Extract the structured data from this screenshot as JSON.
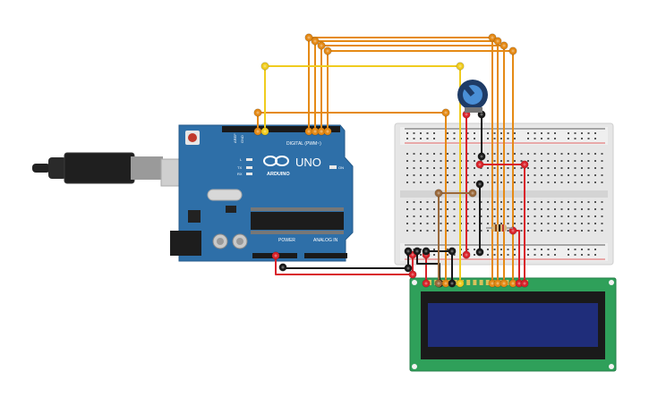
{
  "board": {
    "name_label": "UNO",
    "brand_label": "ARDUINO",
    "digital_label": "DIGITAL (PWM~)",
    "power_label": "POWER",
    "analog_label": "ANALOG IN",
    "on_label": "ON",
    "tx_label": "TX",
    "rx_label": "RX",
    "l_label": "L",
    "aref_label": "AREF",
    "gnd_label": "GND"
  },
  "colors": {
    "board": "#2e6fa8",
    "wire_orange": "#e58a16",
    "wire_yellow": "#f0cc1f",
    "wire_red": "#d9232b",
    "wire_black": "#1a1a1a",
    "wire_brown": "#9b6a3c",
    "lcd_board": "#2fa05a",
    "lcd_screen": "#1f2d7a",
    "breadboard": "#e9e9e9"
  },
  "icons": {
    "usb_cable": "usb-cable-icon",
    "potentiometer": "potentiometer-icon",
    "resistor": "resistor-icon",
    "reset_button": "reset-button-icon",
    "power_jack": "power-jack-icon"
  }
}
